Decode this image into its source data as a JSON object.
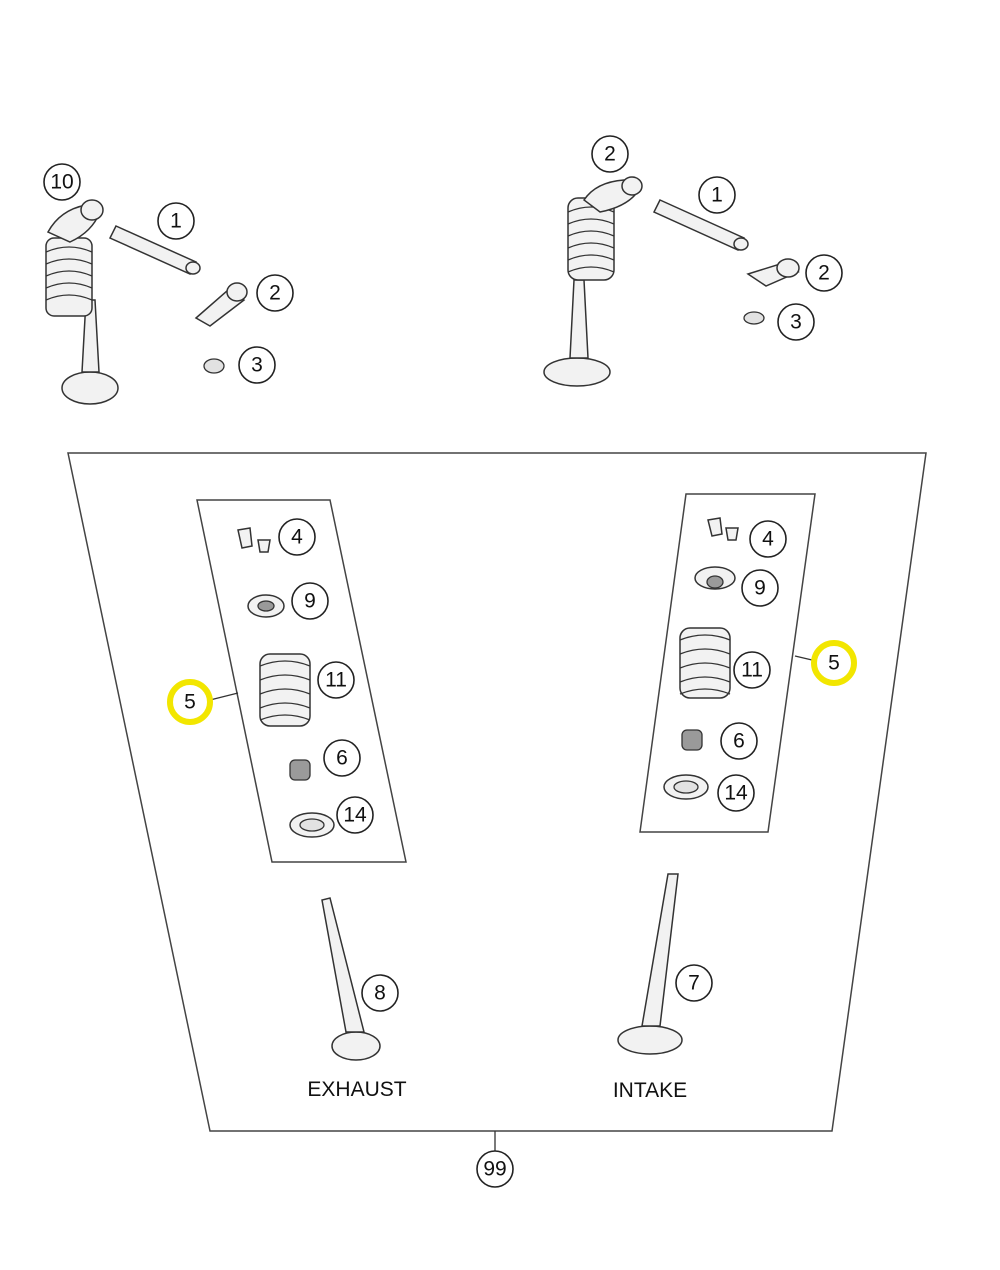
{
  "callouts": {
    "c10": "10",
    "c1a": "1",
    "c2a": "2",
    "c3a": "3",
    "c2b": "2",
    "c1b": "1",
    "c2c": "2",
    "c3b": "3",
    "c4a": "4",
    "c9a": "9",
    "c11a": "11",
    "c6a": "6",
    "c14a": "14",
    "c5a": "5",
    "c4b": "4",
    "c9b": "9",
    "c11b": "11",
    "c6b": "6",
    "c14b": "14",
    "c5b": "5",
    "c8": "8",
    "c7": "7",
    "c99": "99"
  },
  "labels": {
    "exhaust": "EXHAUST",
    "intake": "INTAKE"
  },
  "colors": {
    "highlight": "#f2e600",
    "line": "#333333"
  }
}
